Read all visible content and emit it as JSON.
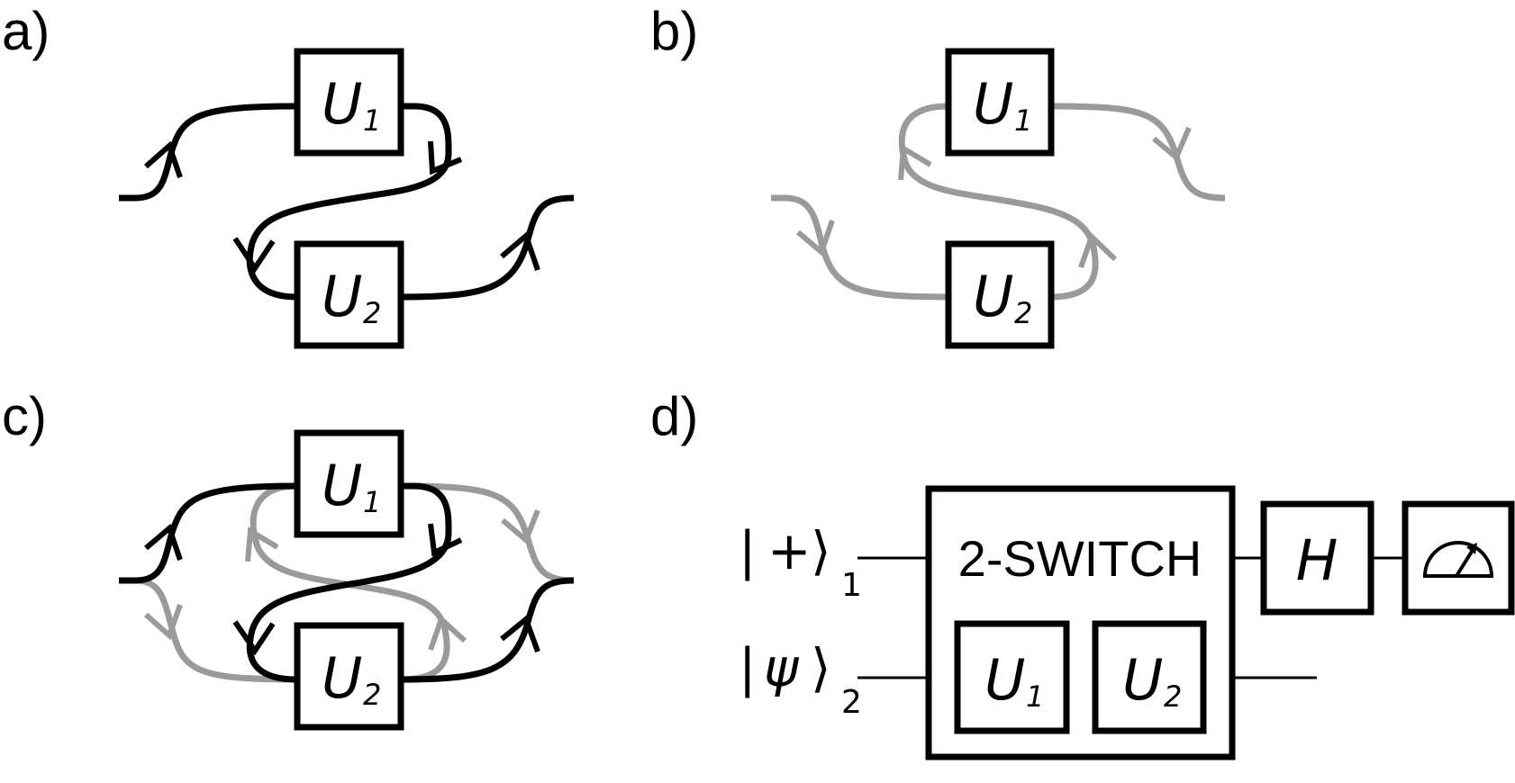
{
  "panels": {
    "a": {
      "label": "a)"
    },
    "b": {
      "label": "b)"
    },
    "c": {
      "label": "c)"
    },
    "d": {
      "label": "d)"
    }
  },
  "gates": {
    "u1": {
      "letter": "U",
      "sub": "1"
    },
    "u2": {
      "letter": "U",
      "sub": "2"
    },
    "h": {
      "letter": "H"
    }
  },
  "circuit": {
    "switch_label": "2-SWITCH",
    "ket_plus": {
      "bar": "|",
      "symbol": "+",
      "close": "⟩",
      "sub": "1"
    },
    "ket_psi": {
      "bar": "|",
      "symbol": "ψ",
      "close": "⟩",
      "sub": "2"
    },
    "measurement_icon": "meter-icon"
  },
  "colors": {
    "black": "#000000",
    "grey": "#9a9a9a"
  }
}
